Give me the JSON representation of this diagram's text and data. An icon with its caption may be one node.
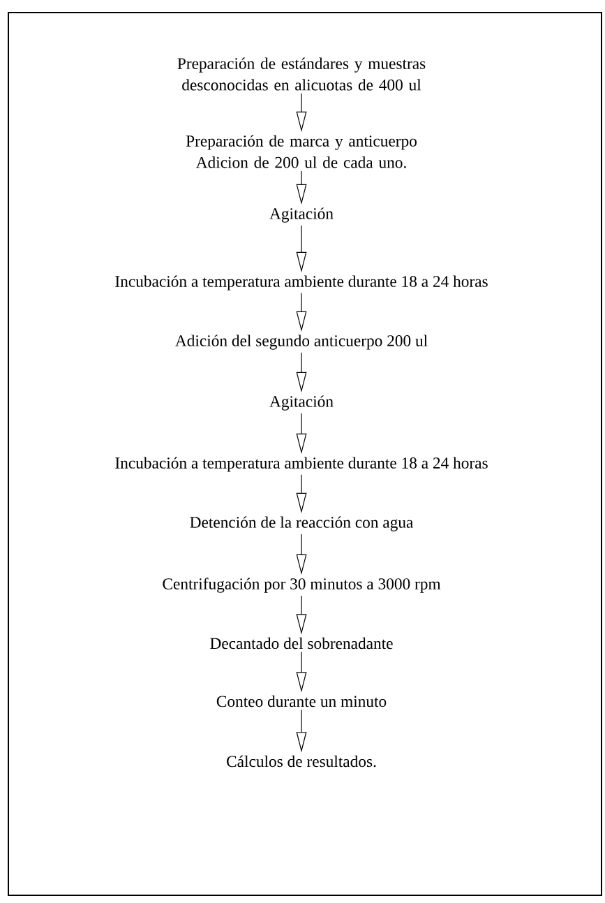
{
  "diagram": {
    "nodes": [
      {
        "text": [
          "Preparación de estándares y muestras desconocidas en alicuotas de 400 ul"
        ]
      },
      {
        "text": [
          "Preparación de marca y anticuerpo Adicion de 200 ul de cada uno."
        ]
      },
      {
        "text": [
          "Agitación"
        ]
      },
      {
        "text": [
          "Incubación a temperatura ambiente durante 18 a 24 horas"
        ]
      },
      {
        "text": [
          "Adición del segundo anticuerpo 200 ul"
        ]
      },
      {
        "text": [
          "Agitación"
        ]
      },
      {
        "text": [
          "Incubación a temperatura ambiente durante 18 a 24 horas"
        ]
      },
      {
        "text": [
          "Detención de la reacción con agua"
        ]
      },
      {
        "text": [
          "Centrifugación por 30 minutos a 3000 rpm"
        ]
      },
      {
        "text": [
          "Decantado del sobrenadante"
        ]
      },
      {
        "text": [
          "Conteo durante un minuto"
        ]
      },
      {
        "text": [
          "Cálculos de resultados."
        ]
      }
    ],
    "edges": [
      {
        "from": 0,
        "to": 1,
        "arrow": "to"
      },
      {
        "from": 1,
        "to": 2,
        "arrow": "to"
      },
      {
        "from": 2,
        "to": 3,
        "arrow": "to"
      },
      {
        "from": 3,
        "to": 4,
        "arrow": "to"
      },
      {
        "from": 4,
        "to": 5,
        "arrow": "to"
      },
      {
        "from": 5,
        "to": 6,
        "arrow": "to"
      },
      {
        "from": 6,
        "to": 7,
        "arrow": "to"
      },
      {
        "from": 7,
        "to": 8,
        "arrow": "to"
      },
      {
        "from": 8,
        "to": 9,
        "arrow": "to"
      },
      {
        "from": 9,
        "to": 10,
        "arrow": "to"
      },
      {
        "from": 10,
        "to": 11,
        "arrow": "to"
      }
    ]
  }
}
